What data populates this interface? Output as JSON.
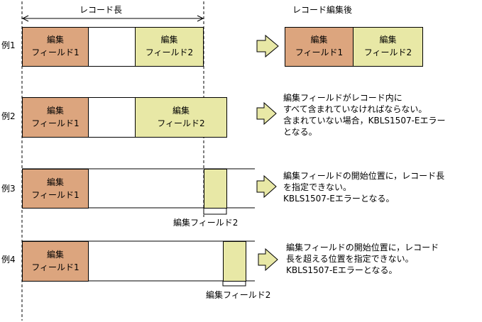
{
  "header": {
    "record_length": "レコード長",
    "after_edit": "レコード編集後"
  },
  "field1": {
    "line1": "編集",
    "line2": "フィールド1"
  },
  "field2": {
    "line1": "編集",
    "line2": "フィールド2"
  },
  "field2_single": "編集フィールド2",
  "examples": [
    {
      "label": "例1"
    },
    {
      "label": "例2",
      "note": "編集フィールドがレコード内に\nすべて含まれていなければならない。\n含まれていない場合，KBLS1507-Eエラー\nとなる。"
    },
    {
      "label": "例3",
      "note": "編集フィールドの開始位置に，レコード長\nを指定できない。\nKBLS1507-Eエラーとなる。"
    },
    {
      "label": "例4",
      "note": "編集フィールドの開始位置に，レコード\n長を超える位置を指定できない。\nKBLS1507-Eエラーとなる。"
    }
  ],
  "colors": {
    "field1": "#dca57e",
    "field2": "#e8e8a6",
    "arrow": "#e8e8a6"
  }
}
